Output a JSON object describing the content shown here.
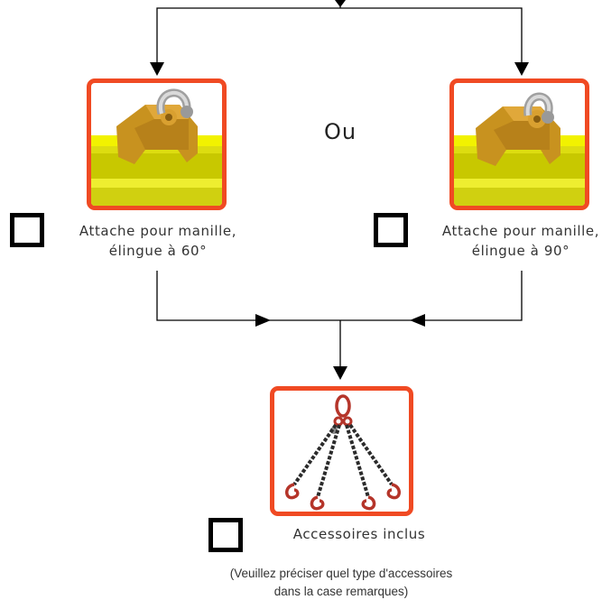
{
  "option_left": {
    "caption": "Attache pour manille, élingue à 60°",
    "image": "shackle-attachment-icon"
  },
  "option_right": {
    "caption": "Attache pour manille, élingue à 90°",
    "image": "shackle-attachment-icon"
  },
  "separator": "Ou",
  "accessories": {
    "caption": "Accessoires inclus",
    "image": "four-leg-chain-sling-icon"
  },
  "note": {
    "line1": "(Veuillez préciser quel type d'accessoires",
    "line2": "dans la case remarques)"
  },
  "colors": {
    "frame": "#f04a23",
    "beam": "#e6e600",
    "attachment": "#c8921f",
    "chain": "#2b2b2b",
    "hook": "#b5352a"
  }
}
